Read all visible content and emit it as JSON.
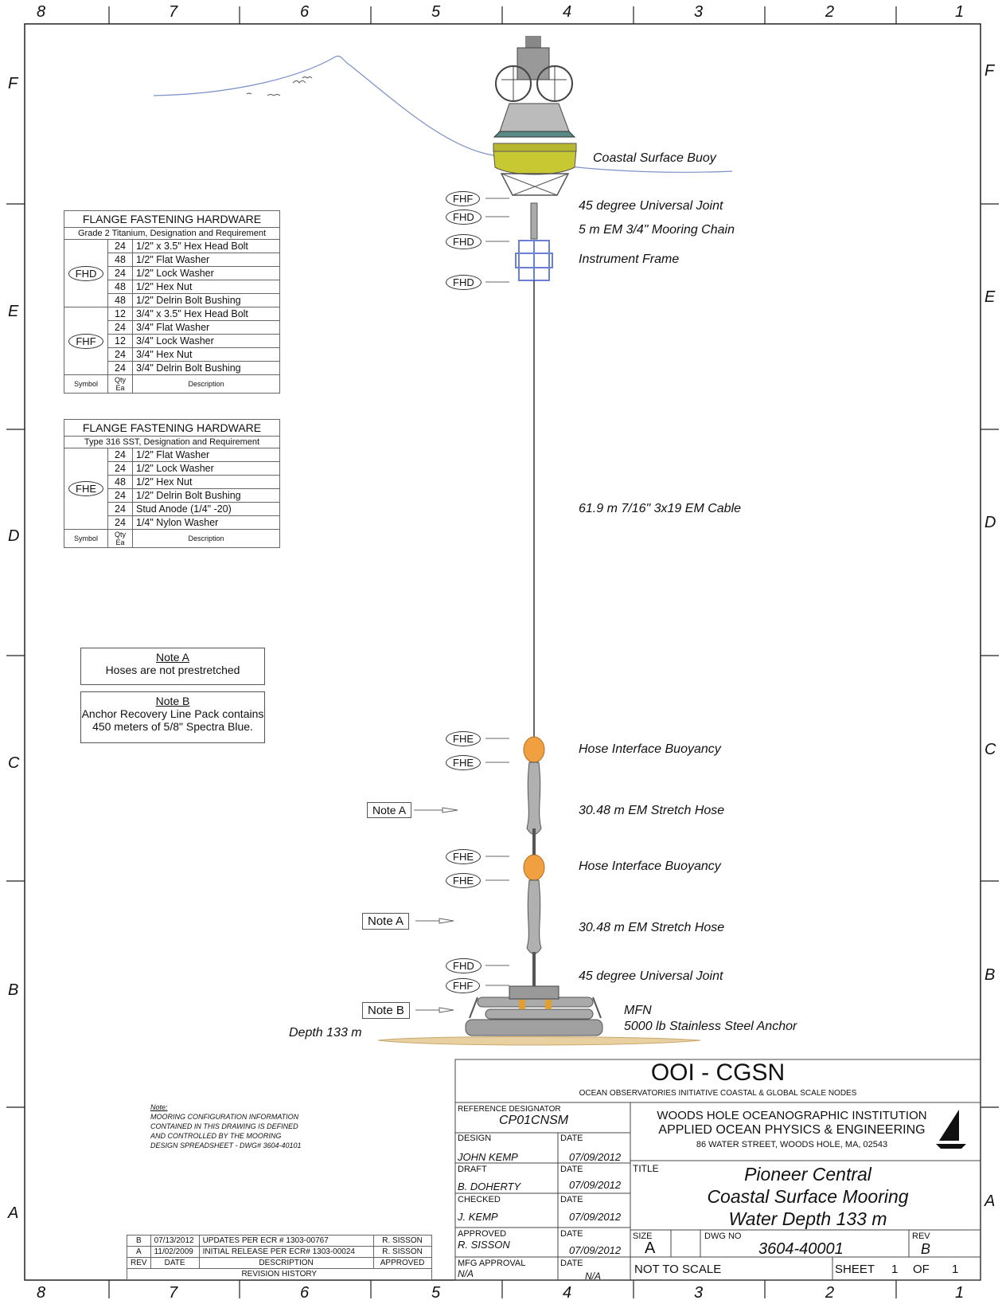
{
  "border": {
    "cols": [
      "8",
      "7",
      "6",
      "5",
      "4",
      "3",
      "2",
      "1"
    ],
    "rows": [
      "F",
      "E",
      "D",
      "C",
      "B",
      "A"
    ]
  },
  "components": {
    "buoy": "Coastal Surface Buoy",
    "ujoint_top": "45 degree Universal Joint",
    "chain": "5 m EM 3/4\" Mooring Chain",
    "frame": "Instrument Frame",
    "cable": "61.9 m 7/16\" 3x19 EM Cable",
    "buoyancy1": "Hose Interface Buoyancy",
    "hose1": "30.48 m EM Stretch Hose",
    "buoyancy2": "Hose Interface Buoyancy",
    "hose2": "30.48 m EM Stretch Hose",
    "ujoint_bottom": "45 degree Universal Joint",
    "mfn": "MFN",
    "anchor": "5000 lb Stainless Steel Anchor",
    "depth": "Depth 133 m"
  },
  "callouts": {
    "fhf": "FHF",
    "fhd": "FHD",
    "fhe": "FHE",
    "note_a": "Note A",
    "note_b": "Note B"
  },
  "table1": {
    "title": "FLANGE FASTENING HARDWARE",
    "subtitle": "Grade 2 Titanium, Designation and Requirement",
    "groups": [
      {
        "symbol": "FHD",
        "rows": [
          {
            "qty": "24",
            "desc": "1/2\" x 3.5\" Hex Head Bolt"
          },
          {
            "qty": "48",
            "desc": "1/2\" Flat Washer"
          },
          {
            "qty": "24",
            "desc": "1/2\" Lock  Washer"
          },
          {
            "qty": "48",
            "desc": "1/2\" Hex Nut"
          },
          {
            "qty": "48",
            "desc": "1/2\" Delrin Bolt Bushing"
          }
        ]
      },
      {
        "symbol": "FHF",
        "rows": [
          {
            "qty": "12",
            "desc": "3/4\" x 3.5\" Hex Head Bolt"
          },
          {
            "qty": "24",
            "desc": "3/4\" Flat Washer"
          },
          {
            "qty": "12",
            "desc": "3/4\" Lock  Washer"
          },
          {
            "qty": "24",
            "desc": "3/4\" Hex Nut"
          },
          {
            "qty": "24",
            "desc": "3/4\" Delrin Bolt Bushing"
          }
        ]
      }
    ],
    "header": {
      "symbol": "Symbol",
      "qty": "Qty Ea",
      "desc": "Description"
    }
  },
  "table2": {
    "title": "FLANGE FASTENING HARDWARE",
    "subtitle": "Type 316 SST, Designation and Requirement",
    "groups": [
      {
        "symbol": "FHE",
        "rows": [
          {
            "qty": "24",
            "desc": "1/2\" Flat Washer"
          },
          {
            "qty": "24",
            "desc": "1/2\" Lock  Washer"
          },
          {
            "qty": "48",
            "desc": "1/2\" Hex Nut"
          },
          {
            "qty": "24",
            "desc": "1/2\" Delrin Bolt Bushing"
          },
          {
            "qty": "24",
            "desc": "Stud Anode (1/4\" -20)"
          },
          {
            "qty": "24",
            "desc": "1/4\" Nylon Washer"
          }
        ]
      }
    ],
    "header": {
      "symbol": "Symbol",
      "qty": "Qty Ea",
      "desc": "Description"
    }
  },
  "notes": {
    "a_title": "Note A",
    "a_text": "Hoses are not prestretched",
    "b_title": "Note B",
    "b_line1": "Anchor Recovery Line Pack contains",
    "b_line2": "450 meters of 5/8\" Spectra Blue."
  },
  "general_note": {
    "title": "Note:",
    "lines": [
      "MOORING CONFIGURATION INFORMATION",
      "CONTAINED IN THIS DRAWING IS DEFINED",
      "AND CONTROLLED BY THE MOORING",
      "DESIGN SPREADSHEET - DWG# 3604-40101"
    ]
  },
  "revisions": {
    "rows": [
      {
        "rev": "B",
        "date": "07/13/2012",
        "desc": "UPDATES PER ECR # 1303-00767",
        "approved": "R. SISSON"
      },
      {
        "rev": "A",
        "date": "11/02/2009",
        "desc": "INITIAL RELEASE PER ECR# 1303-00024",
        "approved": "R. SISSON"
      }
    ],
    "header": {
      "rev": "REV",
      "date": "DATE",
      "desc": "DESCRIPTION",
      "approved": "APPROVED"
    },
    "caption": "REVISION HISTORY"
  },
  "title_block": {
    "org": "OOI - CGSN",
    "org_sub": "OCEAN OBSERVATORIES INITIATIVE COASTAL & GLOBAL SCALE NODES",
    "ref_label": "REFERENCE DESIGNATOR",
    "ref_value": "CP01CNSM",
    "inst1": "WOODS HOLE OCEANOGRAPHIC INSTITUTION",
    "inst2": "APPLIED OCEAN PHYSICS & ENGINEERING",
    "inst3": "86 WATER STREET, WOODS HOLE, MA, 02543",
    "design_label": "DESIGN",
    "design_name": "JOHN KEMP",
    "draft_label": "DRAFT",
    "draft_name": "B. DOHERTY",
    "checked_label": "CHECKED",
    "checked_name": "J. KEMP",
    "approved_label": "APPROVED",
    "approved_name": "R. SISSON",
    "mfg_label": "MFG APPROVAL",
    "mfg_name": "N/A",
    "date_label": "DATE",
    "date1": "07/09/2012",
    "date2": "07/09/2012",
    "date3": "07/09/2012",
    "date4": "07/09/2012",
    "date5": "N/A",
    "title_label": "TITLE",
    "title1": "Pioneer Central",
    "title2": "Coastal Surface Mooring",
    "title3": "Water Depth 133 m",
    "size_label": "SIZE",
    "size_value": "A",
    "dwg_label": "DWG NO",
    "dwg_value": "3604-40001",
    "rev_label": "REV",
    "rev_value": "B",
    "scale": "NOT TO SCALE",
    "sheet_label": "SHEET",
    "sheet_value": "1",
    "of_label": "OF",
    "of_value": "1"
  },
  "colors": {
    "buoy_hull": "#c8c832",
    "buoyancy": "#f0a040",
    "frame": "#6a7fd6",
    "water_line": "#7a90c8",
    "seafloor": "#e8d0a0"
  }
}
